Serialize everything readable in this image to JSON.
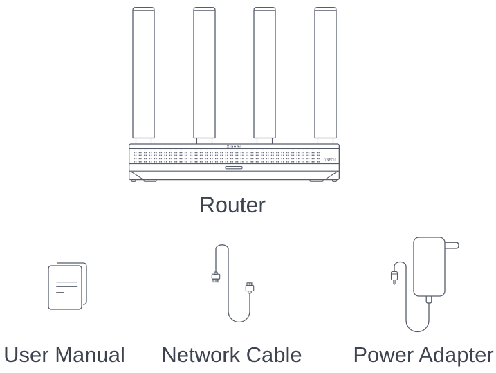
{
  "page": {
    "background": "#ffffff"
  },
  "colors": {
    "line": "#565c6a",
    "line_dot": "#6a6f7c",
    "text": "#3e4350"
  },
  "router": {
    "label": "Router",
    "brand": "Xiaomi",
    "nfc_mark": "((NFC))",
    "antenna_count": 4
  },
  "items": [
    {
      "icon": "user-manual-icon",
      "label": "User Manual"
    },
    {
      "icon": "network-cable-icon",
      "label": "Network Cable"
    },
    {
      "icon": "power-adapter-icon",
      "label": "Power Adapter"
    }
  ]
}
